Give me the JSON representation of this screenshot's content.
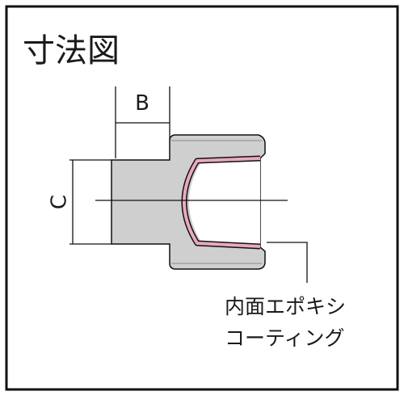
{
  "title": "寸法図",
  "dimensions": {
    "b_label": "B",
    "c_label": "C"
  },
  "callout": {
    "line1": "内面エポキシ",
    "line2": "コーティング"
  },
  "colors": {
    "frame": "#111111",
    "body_fill": "#cfcfcf",
    "coating": "#e9a8c2",
    "line": "#111111"
  }
}
